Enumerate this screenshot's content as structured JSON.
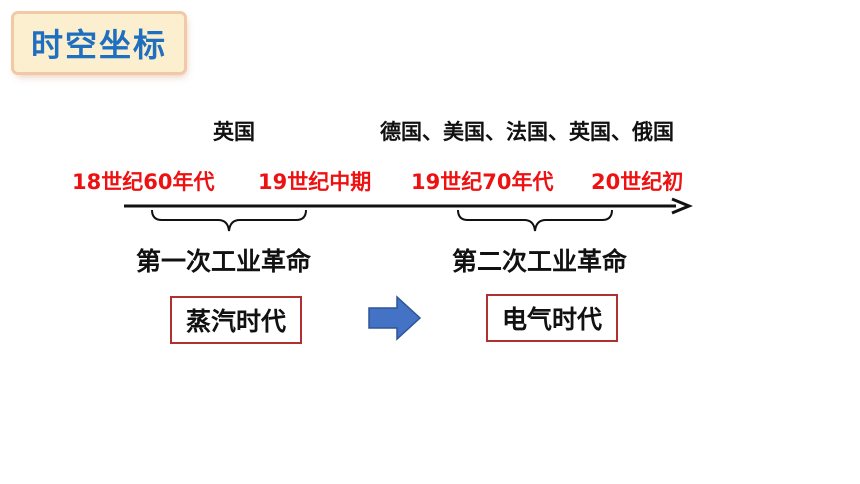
{
  "title": "时空坐标",
  "timeline": {
    "countries": {
      "first": "英国",
      "second": "德国、美国、法国、英国、俄国"
    },
    "periods": [
      "18世纪60年代",
      "19世纪中期",
      "19世纪70年代",
      "20世纪初"
    ],
    "revolutions": {
      "first": "第一次工业革命",
      "second": "第二次工业革命"
    },
    "eras": {
      "first": "蒸汽时代",
      "second": "电气时代"
    }
  },
  "colors": {
    "title": "#1f6fc0",
    "period_text": "#ee1111",
    "arrow_fill": "#4472c4",
    "era_border": "#b03030"
  }
}
